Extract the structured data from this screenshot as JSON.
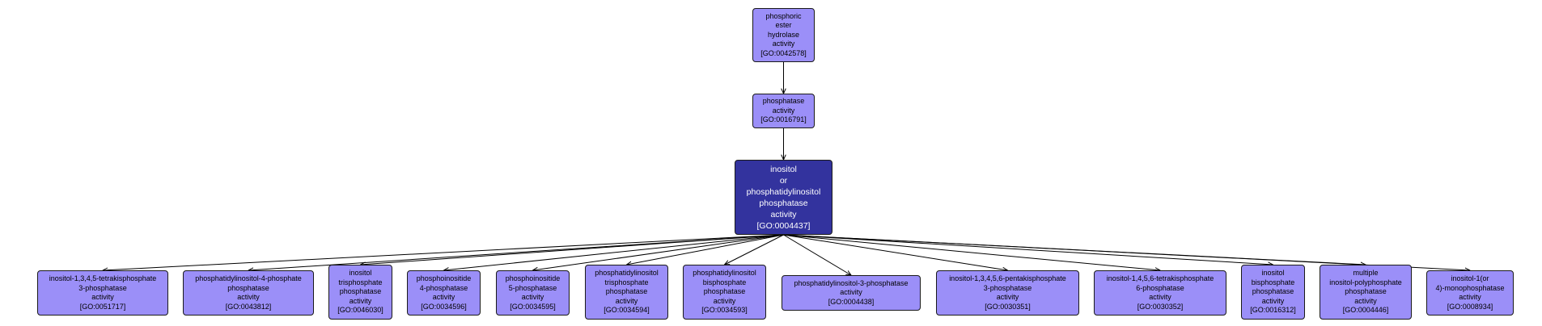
{
  "colors": {
    "term": "#9b8ff8",
    "focus": "#33339e",
    "edge": "#000000"
  },
  "nodes": [
    {
      "id": "n0",
      "label": "phosphoric\nester\nhydrolase\nactivity\n[GO:0042578]"
    },
    {
      "id": "n1",
      "label": "phosphatase\nactivity\n[GO:0016791]"
    },
    {
      "id": "n2",
      "label": "inositol\nor\nphosphatidylinositol\nphosphatase\nactivity\n[GO:0004437]",
      "focus": true
    },
    {
      "id": "c1",
      "label": "inositol-1,3,4,5-tetrakisphosphate\n3-phosphatase\nactivity\n[GO:0051717]"
    },
    {
      "id": "c2",
      "label": "phosphatidylinositol-4-phosphate\nphosphatase\nactivity\n[GO:0043812]"
    },
    {
      "id": "c3",
      "label": "inositol\ntrisphosphate\nphosphatase\nactivity\n[GO:0046030]"
    },
    {
      "id": "c4",
      "label": "phosphoinositide\n4-phosphatase\nactivity\n[GO:0034596]"
    },
    {
      "id": "c5",
      "label": "phosphoinositide\n5-phosphatase\nactivity\n[GO:0034595]"
    },
    {
      "id": "c6",
      "label": "phosphatidylinositol\ntrisphosphate\nphosphatase\nactivity\n[GO:0034594]"
    },
    {
      "id": "c7",
      "label": "phosphatidylinositol\nbisphosphate\nphosphatase\nactivity\n[GO:0034593]"
    },
    {
      "id": "c8",
      "label": "phosphatidylinositol-3-phosphatase\nactivity\n[GO:0004438]"
    },
    {
      "id": "c9",
      "label": "inositol-1,3,4,5,6-pentakisphosphate\n3-phosphatase\nactivity\n[GO:0030351]"
    },
    {
      "id": "c10",
      "label": "inositol-1,4,5,6-tetrakisphosphate\n6-phosphatase\nactivity\n[GO:0030352]"
    },
    {
      "id": "c11",
      "label": "inositol\nbisphosphate\nphosphatase\nactivity\n[GO:0016312]"
    },
    {
      "id": "c12",
      "label": "multiple\ninositol-polyphosphate\nphosphatase\nactivity\n[GO:0004446]"
    },
    {
      "id": "c13",
      "label": "inositol-1(or\n4)-monophosphatase\nactivity\n[GO:0008934]"
    }
  ],
  "edges": [
    [
      "n0",
      "n1"
    ],
    [
      "n1",
      "n2"
    ],
    [
      "n2",
      "c1"
    ],
    [
      "n2",
      "c2"
    ],
    [
      "n2",
      "c3"
    ],
    [
      "n2",
      "c4"
    ],
    [
      "n2",
      "c5"
    ],
    [
      "n2",
      "c6"
    ],
    [
      "n2",
      "c7"
    ],
    [
      "n2",
      "c8"
    ],
    [
      "n2",
      "c9"
    ],
    [
      "n2",
      "c10"
    ],
    [
      "n2",
      "c11"
    ],
    [
      "n2",
      "c12"
    ],
    [
      "n2",
      "c13"
    ]
  ]
}
